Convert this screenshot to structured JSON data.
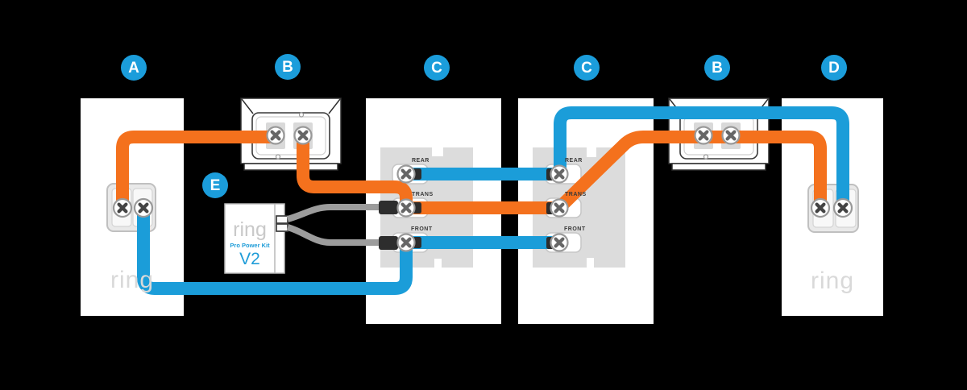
{
  "badges": [
    {
      "id": "A",
      "label": "A"
    },
    {
      "id": "B-left",
      "label": "B"
    },
    {
      "id": "C-left",
      "label": "C"
    },
    {
      "id": "C-right",
      "label": "C"
    },
    {
      "id": "B-right",
      "label": "B"
    },
    {
      "id": "D",
      "label": "D"
    },
    {
      "id": "E",
      "label": "E"
    }
  ],
  "terminals": {
    "rear": "REAR",
    "trans": "TRANS",
    "front": "FRONT"
  },
  "power_kit": {
    "brand": "ring",
    "product": "Pro Power Kit",
    "version": "V2"
  },
  "doorbell_brand": "ring",
  "colors": {
    "background": "#000000",
    "badge_blue": "#1b9ddb",
    "wire_blue": "#1b9dd9",
    "wire_orange": "#f4711d",
    "wire_gray": "#9c9c9c",
    "panel_white": "#ffffff",
    "backplate_gray": "#dcdcdc",
    "logo_gray": "#d9d9d9",
    "kit_logo_gray": "#c9c9c9",
    "kit_text_blue": "#1e9cd8",
    "terminal_label_gray": "#3a3a3a",
    "clamp_black": "#2d2d2d"
  }
}
